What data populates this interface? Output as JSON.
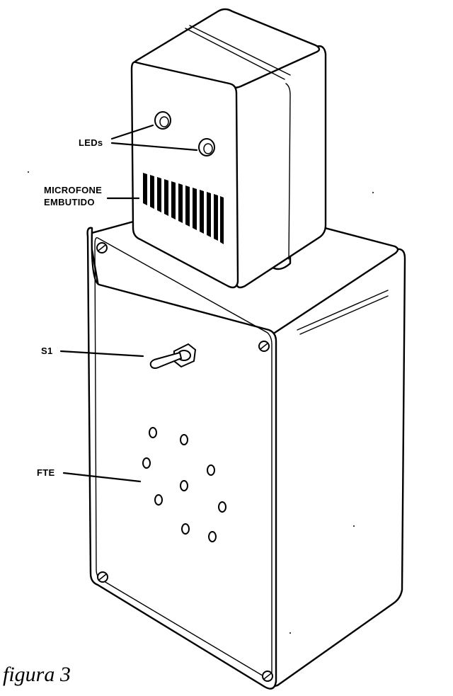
{
  "labels": {
    "leds": "LEDs",
    "mic_line1": "MICROFONE",
    "mic_line2": "EMBUTIDO",
    "switch": "S1",
    "speaker": "FTE"
  },
  "caption": "figura 3"
}
